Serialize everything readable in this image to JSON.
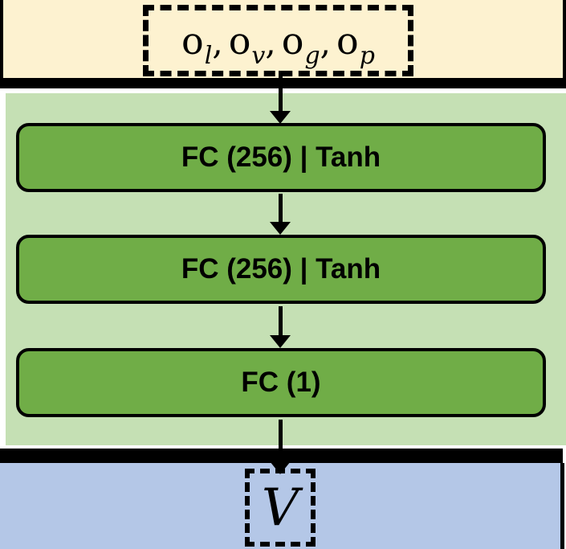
{
  "colors": {
    "cream": "#fdf2d0",
    "light_green": "#c5e0b4",
    "green": "#70ad47",
    "blue": "#b4c7e7",
    "black": "#000000"
  },
  "input_box": {
    "terms": [
      {
        "base": "o",
        "sub": "l"
      },
      {
        "base": "o",
        "sub": "v"
      },
      {
        "base": "o",
        "sub": "g"
      },
      {
        "base": "o",
        "sub": "p"
      }
    ],
    "separator": ","
  },
  "network": {
    "layers": [
      {
        "label": "FC (256) | Tanh"
      },
      {
        "label": "FC (256) | Tanh"
      },
      {
        "label": "FC (1)"
      }
    ]
  },
  "output_box": {
    "label": "V"
  }
}
